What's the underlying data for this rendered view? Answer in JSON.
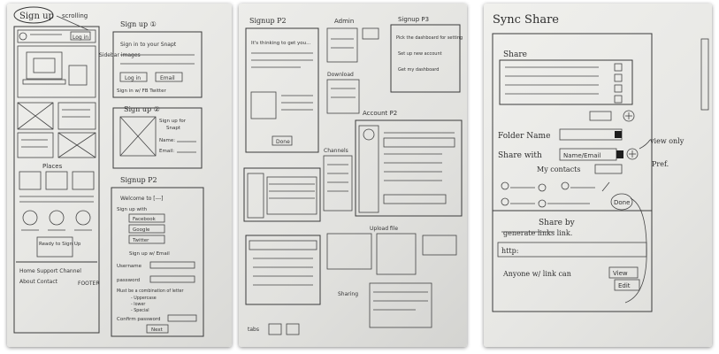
{
  "photos": [
    {
      "sketch1": {
        "title": "Sign up",
        "labels": {
          "scrolling": "scrolling",
          "login": "Log in",
          "sidebar_images": "Sidebar images",
          "places": "Places",
          "ready": "Ready to Sign Up",
          "footer_line1": "Home Support Channel",
          "footer_line2": "About Contact",
          "footer_tag": "FOOTER"
        },
        "panel1": {
          "title": "Sign up ①",
          "line1": "Sign in to your Snapt",
          "btn_login": "Log in",
          "btn_email": "Email",
          "footer": "Sign in w/ FB Twitter"
        },
        "panel2": {
          "title": "Sign up ②",
          "label1": "Sign up for",
          "label2": "Snapt",
          "f1": "Name:",
          "f2": "Email:"
        },
        "panel3": {
          "title": "Signup P2",
          "welcome": "Welcome to [---]",
          "signup_with": "Sign up with",
          "btn_fb": "Facebook",
          "btn_google": "Google",
          "btn_twitter": "Twitter",
          "or_email": "Sign up w/ Email",
          "username": "Username",
          "password": "password",
          "requirement": "Must be a combination of letter",
          "req2": "- Uppercase",
          "req3": "- lower",
          "req4": "- Special",
          "confirm": "Confirm password",
          "submit": "Next"
        }
      }
    },
    {
      "sketch2": {
        "signup_p2": "Signup P2",
        "welcome": "It's thinking to get you...",
        "admin": "Admin",
        "signup_p3": "Signup P3",
        "p3_text": "Pick the dashboard for setting",
        "p3_b1": "Set up new account",
        "p3_b2": "Get my dashboard",
        "download": "Download",
        "account": "Account P2",
        "channels": "Channels",
        "upload": "Upload file",
        "sharing": "Sharing",
        "tabs": "tabs",
        "done": "Done"
      }
    },
    {
      "sketch3": {
        "title": "Sync Share",
        "panel_label": "Share",
        "folder_name": "Folder Name",
        "share_with": "Share with",
        "email_placeholder": "Name/Email",
        "my_contacts": "My contacts",
        "view_only": "view only",
        "pref": "Pref.",
        "done": "Done",
        "share_link_heading": "Share by",
        "share_link_sub": "generate links link.",
        "http_field": "http:",
        "anyone": "Anyone w/ link can",
        "view": "View",
        "edit": "Edit"
      }
    }
  ]
}
